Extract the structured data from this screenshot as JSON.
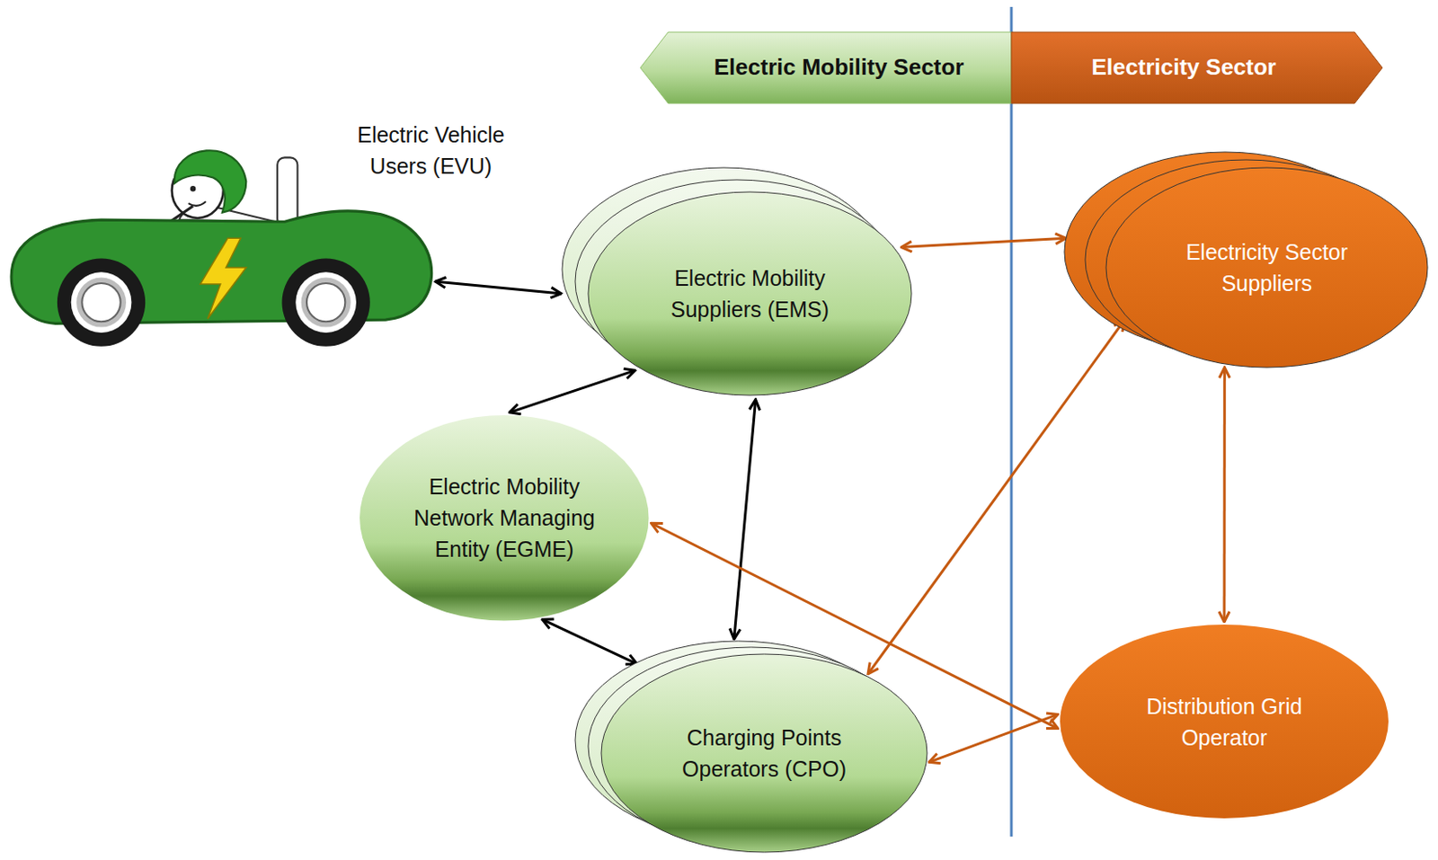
{
  "diagram": {
    "nodes": [
      {
        "text": [
          "Electric Mobility Sector"
        ]
      },
      {
        "text": [
          "Electricity Sector"
        ]
      },
      {
        "text": [
          "Electric Vehicle Users (EVU)"
        ]
      },
      {
        "text": [
          "Electric Mobility Suppliers (EMS)"
        ]
      },
      {
        "text": [
          "Electricity Sector Suppliers"
        ]
      },
      {
        "text": [
          "Electric Mobility Network Managing Entity (EGME)"
        ]
      },
      {
        "text": [
          "Charging Points Operators (CPO)"
        ]
      },
      {
        "text": [
          "Distribution Grid Operator"
        ]
      }
    ],
    "edges": [
      {
        "from": 2,
        "to": 3,
        "arrow": "both"
      },
      {
        "from": 3,
        "to": 4,
        "arrow": "both"
      },
      {
        "from": 3,
        "to": 5,
        "arrow": "both"
      },
      {
        "from": 3,
        "to": 6,
        "arrow": "both"
      },
      {
        "from": 5,
        "to": 6,
        "arrow": "both"
      },
      {
        "from": 5,
        "to": 7,
        "arrow": "both"
      },
      {
        "from": 6,
        "to": 4,
        "arrow": "both"
      },
      {
        "from": 6,
        "to": 7,
        "arrow": "both"
      },
      {
        "from": 4,
        "to": 7,
        "arrow": "both"
      }
    ]
  }
}
